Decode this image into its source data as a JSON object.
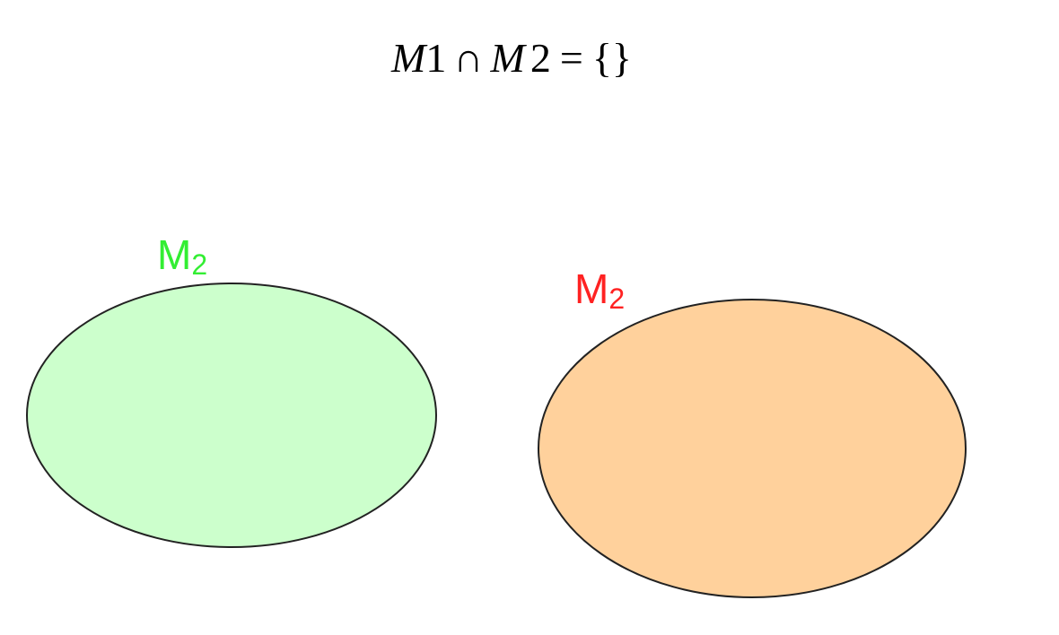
{
  "formula": {
    "m1": "M",
    "one": "1",
    "cap": "∩",
    "m2": "M",
    "two": "2",
    "eq": "=",
    "empty": "{}"
  },
  "sets": [
    {
      "label_main": "M",
      "label_sub": "2",
      "label_color": "#33ee33",
      "fill": "#ccffcc",
      "stroke": "#222222"
    },
    {
      "label_main": "M",
      "label_sub": "2",
      "label_color": "#ff2222",
      "fill": "#ffd19c",
      "stroke": "#222222"
    }
  ]
}
